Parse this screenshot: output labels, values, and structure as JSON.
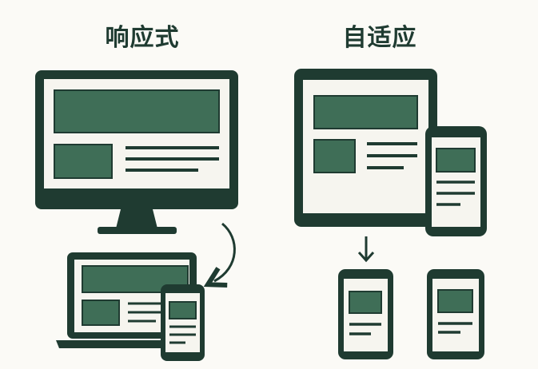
{
  "titles": {
    "responsive": "响应式",
    "adaptive": "自适应"
  },
  "colors": {
    "background": "#fbfaf6",
    "frame": "#1f3b31",
    "fill": "#3f6e57",
    "screen": "#f6f5ef"
  },
  "illustrations": {
    "responsive_group": [
      "desktop-monitor",
      "laptop",
      "phone",
      "curved-arrow"
    ],
    "adaptive_group": [
      "tablet",
      "phone",
      "down-arrow",
      "phone-variant-a",
      "phone-variant-b"
    ]
  }
}
